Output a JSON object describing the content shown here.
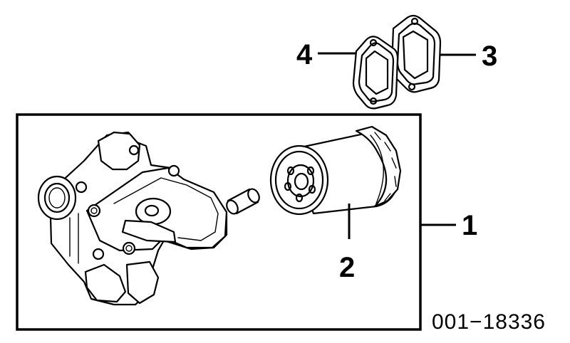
{
  "callouts": {
    "c1": "1",
    "c2": "2",
    "c3": "3",
    "c4": "4"
  },
  "drawing_code": "001−18336",
  "colors": {
    "ink": "#000000",
    "paper": "#ffffff"
  }
}
